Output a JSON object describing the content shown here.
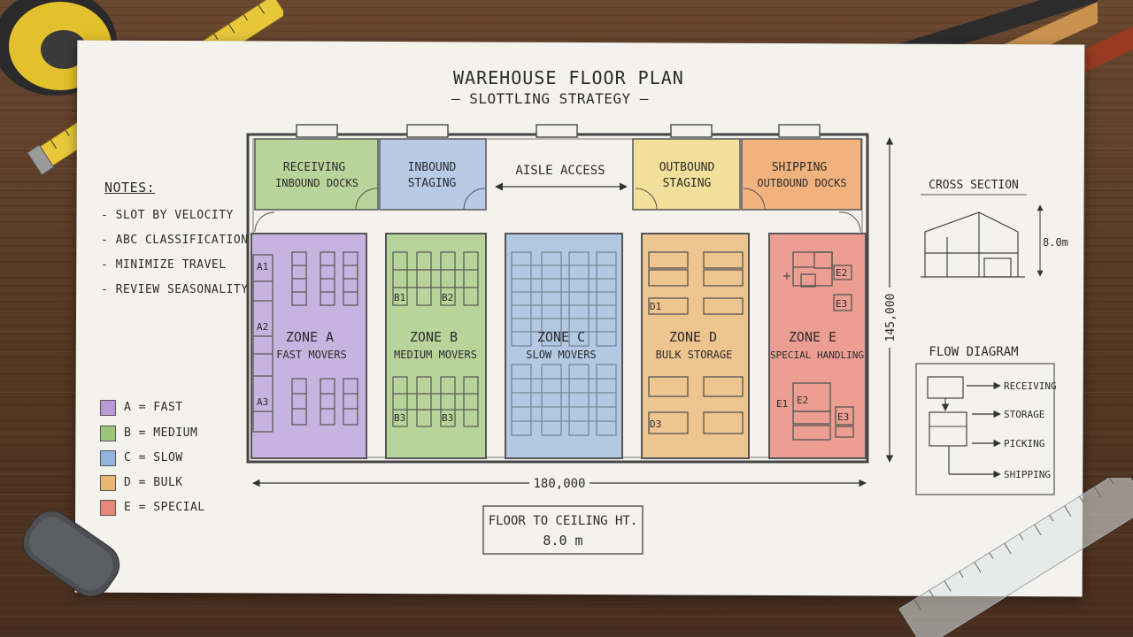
{
  "plan": {
    "title": "WAREHOUSE FLOOR PLAN",
    "subtitle": "— SLOTTLING STRATEGY —",
    "aisle_access": "AISLE ACCESS",
    "width_dim": "180,000",
    "length_dim": "145,000"
  },
  "top_rooms": [
    {
      "line1": "RECEIVING",
      "line2": "INBOUND DOCKS",
      "color": "#b9d49a"
    },
    {
      "line1": "INBOUND",
      "line2": "STAGING",
      "color": "#b8cbe6"
    },
    {
      "line1": "OUTBOUND",
      "line2": "STAGING",
      "color": "#f2e09a"
    },
    {
      "line1": "SHIPPING",
      "line2": "OUTBOUND DOCKS",
      "color": "#f2b27e"
    }
  ],
  "zones": [
    {
      "name": "ZONE A",
      "desc": "FAST MOVERS",
      "color": "#c7b3df"
    },
    {
      "name": "ZONE B",
      "desc": "MEDIUM MOVERS",
      "color": "#b8d49a"
    },
    {
      "name": "ZONE C",
      "desc": "SLOW MOVERS",
      "color": "#b3c9e3"
    },
    {
      "name": "ZONE D",
      "desc": "BULK STORAGE",
      "color": "#eec48f"
    },
    {
      "name": "ZONE E",
      "desc": "SPECIAL HANDLING",
      "color": "#ec9e92"
    }
  ],
  "slot_labels": {
    "a1": "A1",
    "a2": "A2",
    "a3": "A3",
    "b1": "B1",
    "b2": "B2",
    "b3a": "B3",
    "b3b": "B3",
    "d1": "D1",
    "d3": "D3",
    "e2a": "E2",
    "e3a": "E3",
    "e1": "E1",
    "e2b": "E2",
    "e3b": "E3"
  },
  "notes": {
    "heading": "NOTES:",
    "items": [
      "- SLOT BY VELOCITY",
      "- ABC CLASSIFICATION",
      "- MINIMIZE TRAVEL",
      "- REVIEW SEASONALITY"
    ]
  },
  "legend": [
    {
      "label": "A = FAST",
      "color": "#b99ad6"
    },
    {
      "label": "B = MEDIUM",
      "color": "#9dc47c"
    },
    {
      "label": "C = SLOW",
      "color": "#93b4de"
    },
    {
      "label": "D = BULK",
      "color": "#e9b673"
    },
    {
      "label": "E = SPECIAL",
      "color": "#e7867a"
    }
  ],
  "ceiling": {
    "label": "FLOOR TO CEILING HT.",
    "value": "8.0 m"
  },
  "cross_section": {
    "title": "CROSS SECTION",
    "height": "8.0m"
  },
  "flow": {
    "title": "FLOW DIAGRAM",
    "steps": [
      "RECEIVING",
      "STORAGE",
      "PICKING",
      "SHIPPING"
    ]
  }
}
